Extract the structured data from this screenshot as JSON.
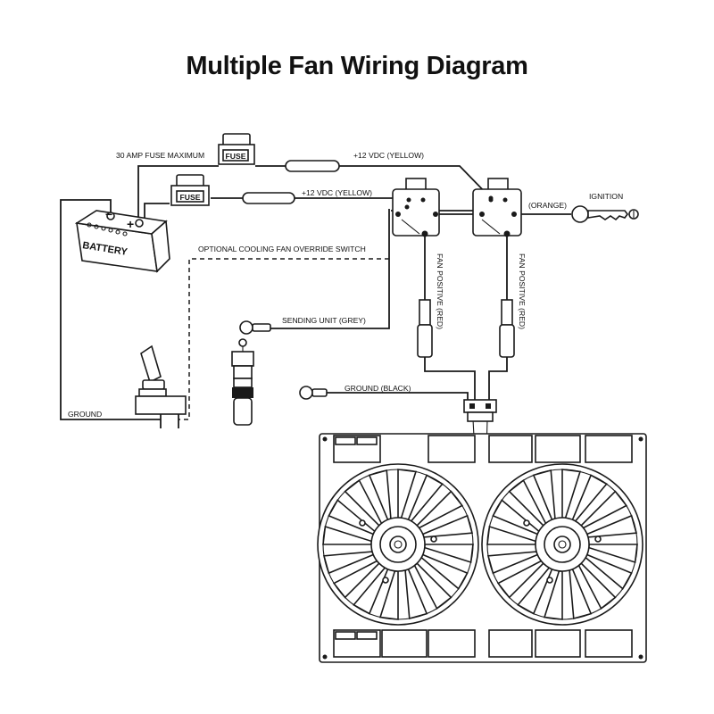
{
  "title": "Multiple Fan Wiring Diagram",
  "labels": {
    "fuse_max": "30 AMP FUSE MAXIMUM",
    "fuse_1": "FUSE",
    "fuse_2": "FUSE",
    "wire_12v_top": "+12 VDC (YELLOW)",
    "wire_12v_mid": "+12 VDC (YELLOW)",
    "orange": "(ORANGE)",
    "ignition": "IGNITION",
    "battery": "BATTERY",
    "battery_minus": "−",
    "battery_plus": "+",
    "override": "OPTIONAL COOLING FAN OVERRIDE SWITCH",
    "sending_unit": "SENDING UNIT (GREY)",
    "fan_positive_1": "FAN POSITIVE (RED)",
    "fan_positive_2": "FAN POSITIVE (RED)",
    "ground_black": "GROUND (BLACK)",
    "ground": "GROUND"
  },
  "icons": [
    "battery-icon",
    "fuse-icon",
    "relay-icon",
    "ignition-key-icon",
    "toggle-switch-icon",
    "sending-unit-icon",
    "ring-terminal-icon",
    "connector-icon",
    "fan-shroud-icon"
  ],
  "colors": {
    "line": "#1a1a1a",
    "background": "#ffffff"
  }
}
